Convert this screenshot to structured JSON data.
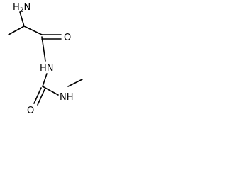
{
  "structure": {
    "atoms": {
      "amine": {
        "element": "N",
        "hydrogens": "H",
        "count": "2"
      },
      "carbonyl_oxygen_top": {
        "element": "O"
      },
      "amide_nh": {
        "element": "HN"
      },
      "carbonyl_oxygen_bottom": {
        "element": "O"
      },
      "methylamine_nh": {
        "element": "NH"
      }
    },
    "bond_color": "#000000",
    "label_color": "#000000"
  }
}
